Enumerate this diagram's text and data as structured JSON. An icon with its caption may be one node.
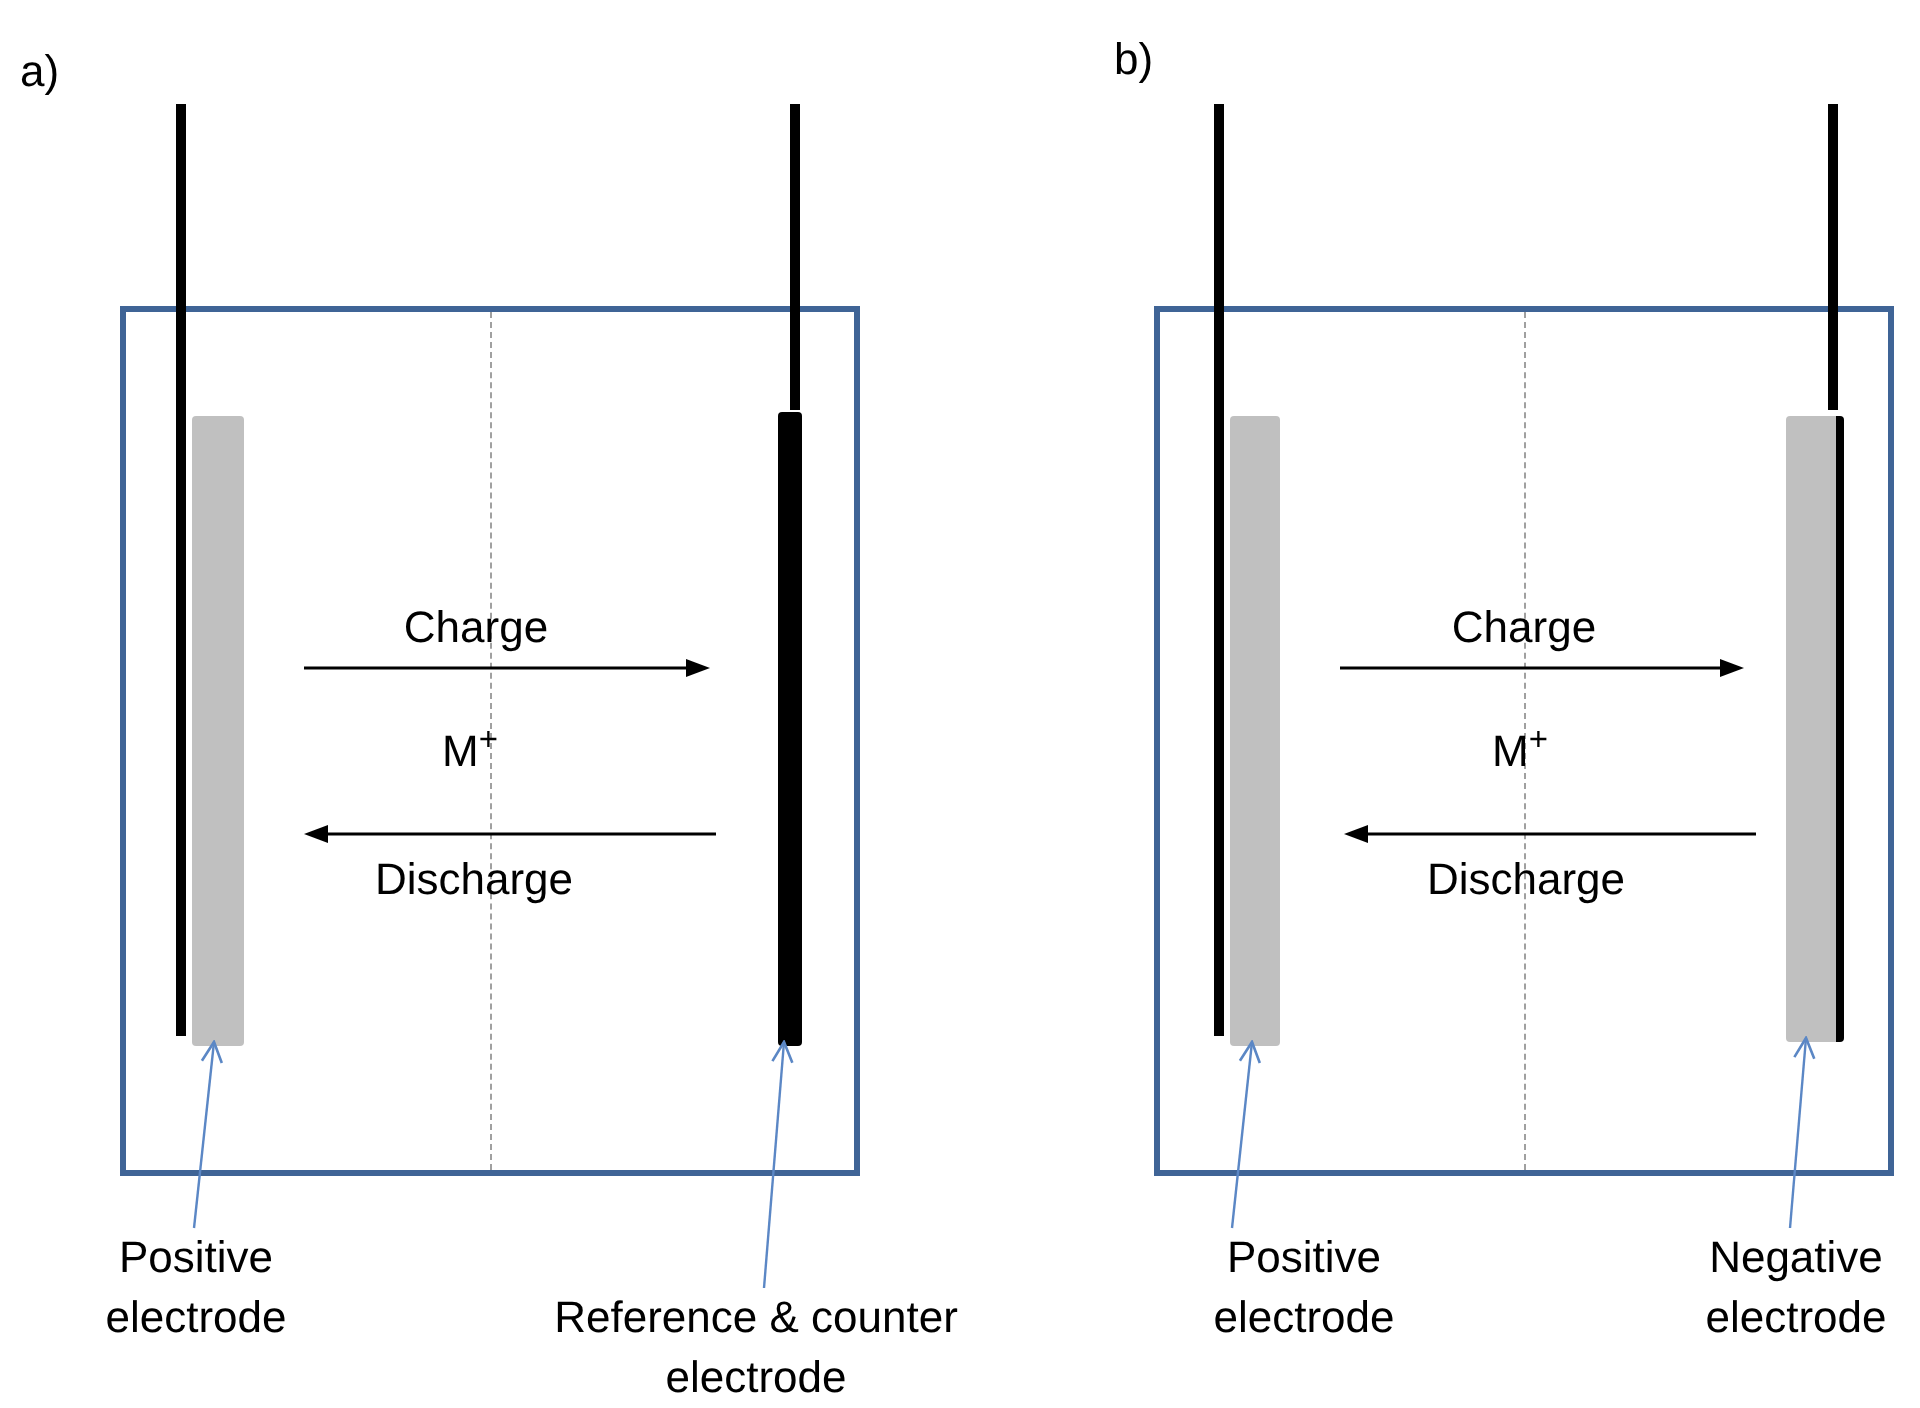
{
  "diagram": {
    "nodes": [
      {
        "text": [],
        "shape": "box"
      },
      {
        "text": [],
        "shape": "bar",
        "in": 0
      },
      {
        "text": [],
        "shape": "bar",
        "in": 0
      },
      {
        "text": [
          "Positive electrode"
        ]
      },
      {
        "text": [
          "Reference & counter electrode"
        ]
      },
      {
        "text": [],
        "shape": "box"
      },
      {
        "text": [],
        "shape": "bar",
        "in": 5
      },
      {
        "text": [],
        "shape": "bar",
        "in": 5
      },
      {
        "text": [
          "Positive electrode"
        ]
      },
      {
        "text": [
          "Negative electrode"
        ]
      }
    ],
    "edges": [
      {
        "from": 3,
        "to": 1,
        "arrow": "to"
      },
      {
        "from": 4,
        "to": 2,
        "arrow": "to"
      },
      {
        "from": 8,
        "to": 6,
        "arrow": "to"
      },
      {
        "from": 9,
        "to": 7,
        "arrow": "to"
      }
    ],
    "labels": [
      "a)",
      "b)",
      "Charge",
      "M$^{+}$",
      "Discharge",
      "Charge",
      "M$^{+}$",
      "Discharge"
    ]
  }
}
